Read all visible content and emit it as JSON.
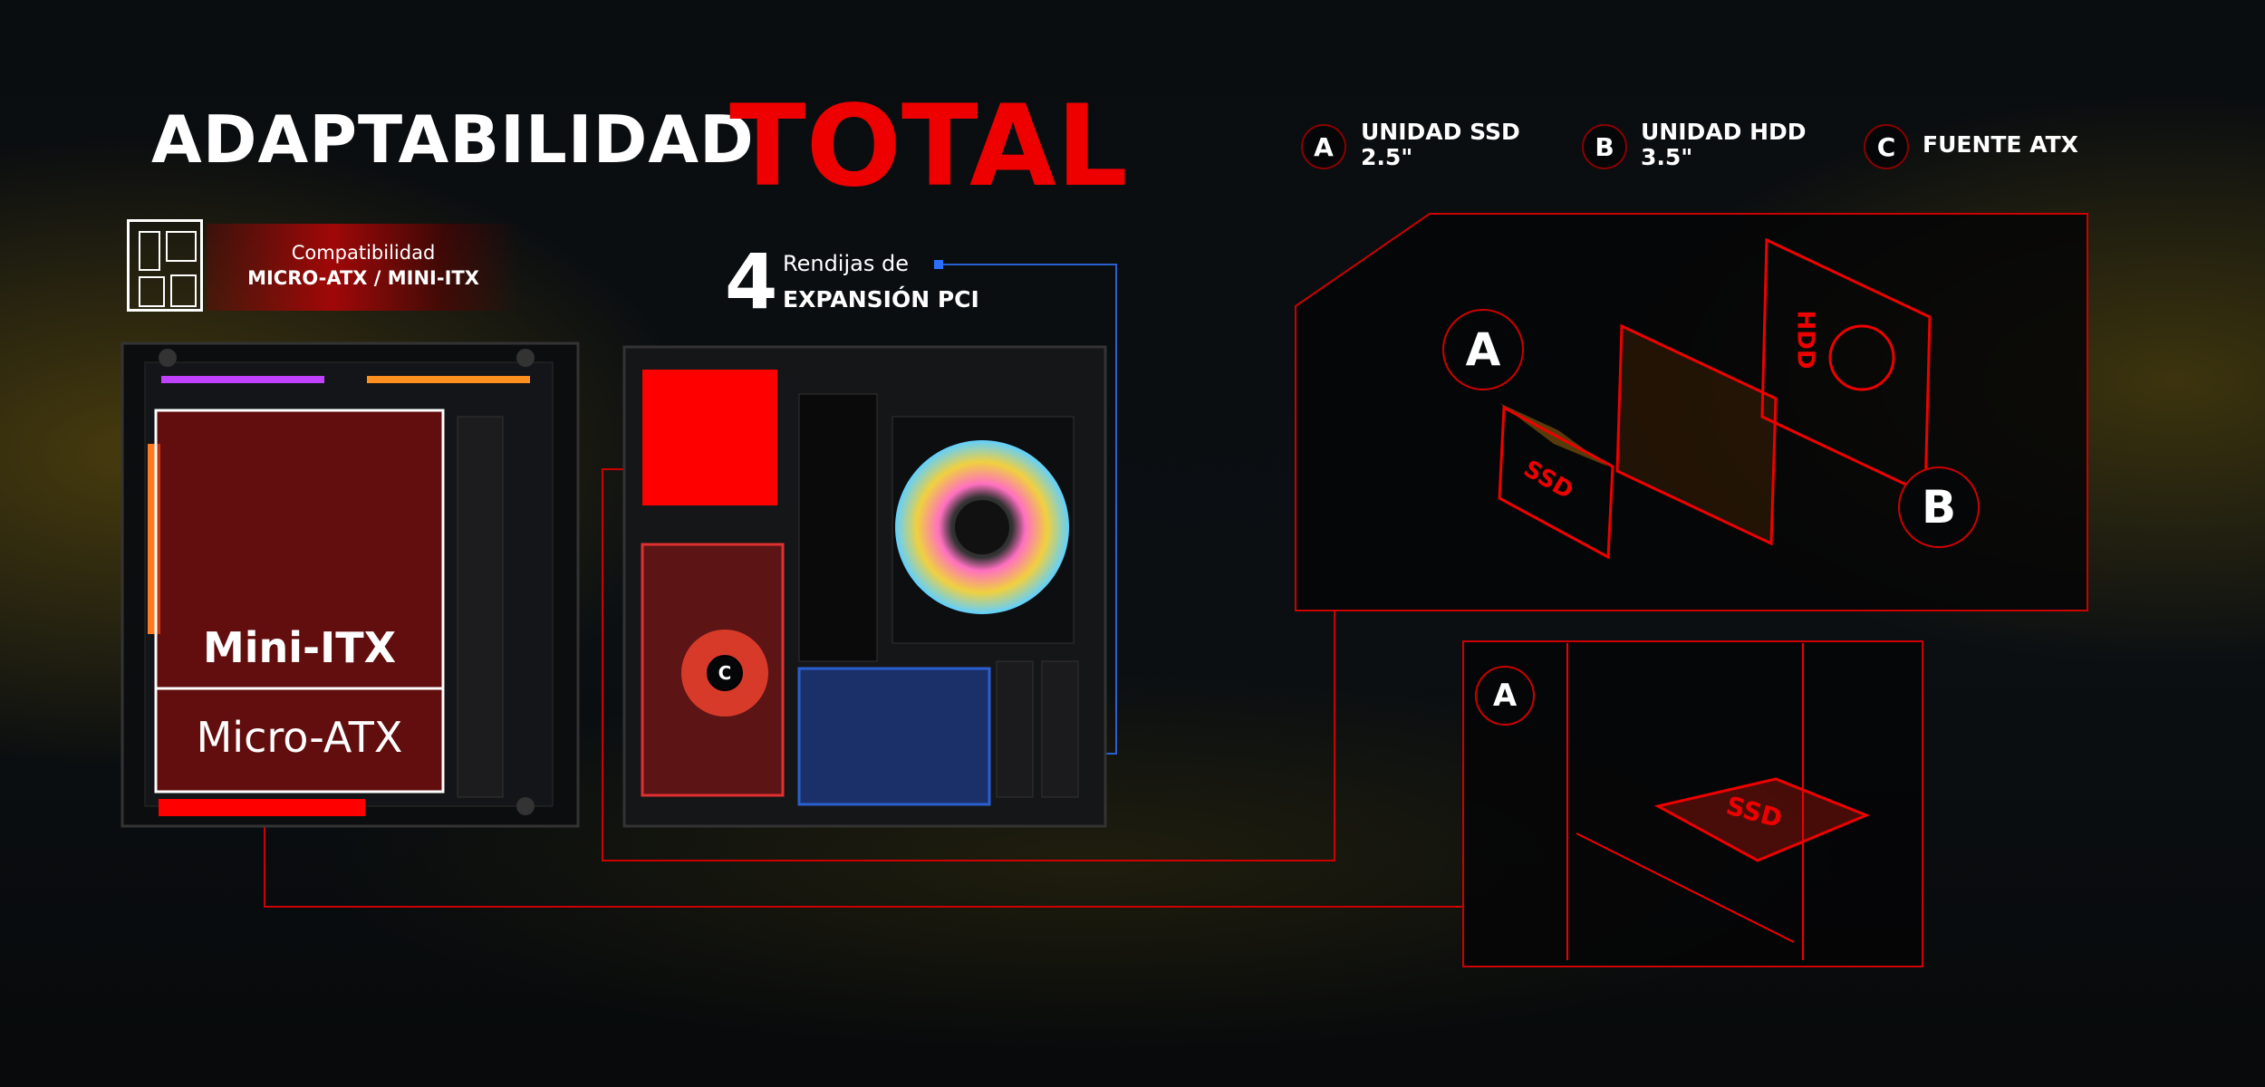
{
  "title": {
    "part1": "ADAPTABILIDAD",
    "part2": "TOTAL"
  },
  "compatibility": {
    "label": "Compatibilidad",
    "value": "MICRO-ATX / MINI-ITX"
  },
  "pci": {
    "count": "4",
    "line1": "Rendijas de",
    "line2": "EXPANSIÓN PCI"
  },
  "case_labels": {
    "mini_itx": "Mini-ITX",
    "micro_atx": "Micro-ATX",
    "psu_marker": "C"
  },
  "legend": [
    {
      "letter": "A",
      "line1": "UNIDAD SSD",
      "line2": "2.5\""
    },
    {
      "letter": "B",
      "line1": "UNIDAD HDD",
      "line2": "3.5\""
    },
    {
      "letter": "C",
      "line1": "FUENTE ATX",
      "line2": ""
    }
  ],
  "drive_panel": {
    "marker_a": "A",
    "marker_b": "B",
    "ssd_text": "SSD",
    "hdd_text": "HDD"
  },
  "detail_panel": {
    "marker_a": "A",
    "ssd_text": "SSD"
  },
  "colors": {
    "accent_red": "#e00000",
    "pci_blue": "#2a5fd0"
  }
}
